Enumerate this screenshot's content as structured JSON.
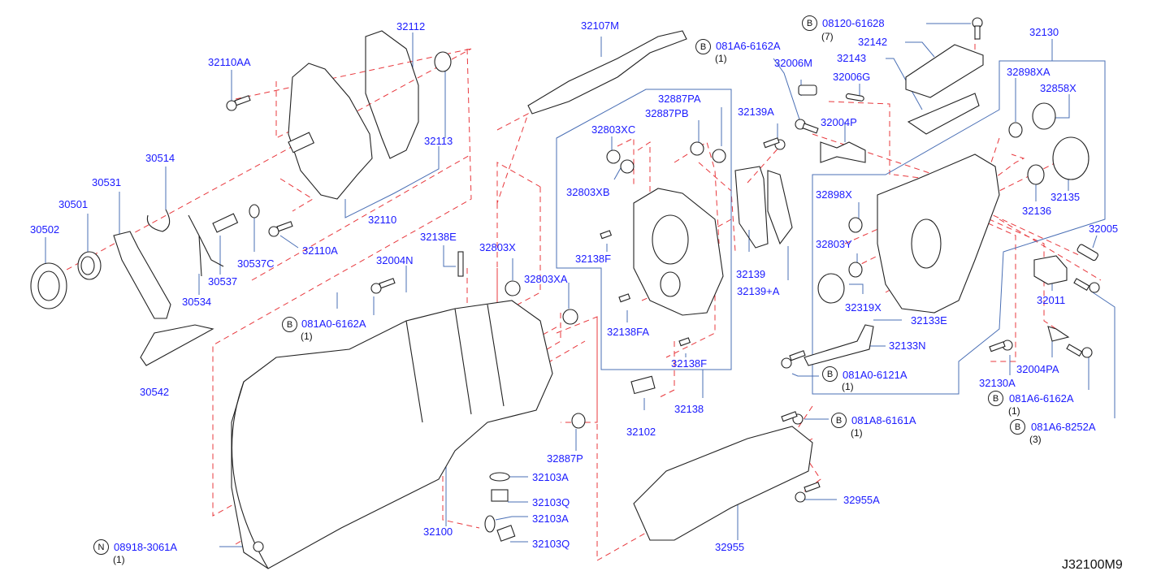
{
  "diagram": {
    "code": "J32100M9",
    "colors": {
      "label": "#1a1aff",
      "leader": "#4a6fb5",
      "centerline": "#e8383d",
      "drawing": "#222222"
    },
    "parts": [
      {
        "id": "30502",
        "label": "30502"
      },
      {
        "id": "30501",
        "label": "30501"
      },
      {
        "id": "30531",
        "label": "30531"
      },
      {
        "id": "30514",
        "label": "30514"
      },
      {
        "id": "30534",
        "label": "30534"
      },
      {
        "id": "30537",
        "label": "30537"
      },
      {
        "id": "30537C",
        "label": "30537C"
      },
      {
        "id": "30542",
        "label": "30542"
      },
      {
        "id": "32110AA",
        "label": "32110AA"
      },
      {
        "id": "32110A",
        "label": "32110A"
      },
      {
        "id": "32110",
        "label": "32110"
      },
      {
        "id": "32112",
        "label": "32112"
      },
      {
        "id": "32113",
        "label": "32113"
      },
      {
        "id": "32107M",
        "label": "32107M"
      },
      {
        "id": "32138E",
        "label": "32138E"
      },
      {
        "id": "32004N",
        "label": "32004N"
      },
      {
        "id": "32803X",
        "label": "32803X"
      },
      {
        "id": "32803XA",
        "label": "32803XA"
      },
      {
        "id": "32803XC",
        "label": "32803XC"
      },
      {
        "id": "32803XB",
        "label": "32803XB"
      },
      {
        "id": "32887PA",
        "label": "32887PA"
      },
      {
        "id": "32887PB",
        "label": "32887PB"
      },
      {
        "id": "32138F_top",
        "label": "32138F"
      },
      {
        "id": "32138FA",
        "label": "32138FA"
      },
      {
        "id": "32138F_bot",
        "label": "32138F"
      },
      {
        "id": "32138",
        "label": "32138"
      },
      {
        "id": "32102",
        "label": "32102"
      },
      {
        "id": "32887P",
        "label": "32887P"
      },
      {
        "id": "32100",
        "label": "32100"
      },
      {
        "id": "32103A_1",
        "label": "32103A"
      },
      {
        "id": "32103Q_1",
        "label": "32103Q"
      },
      {
        "id": "32103A_2",
        "label": "32103A"
      },
      {
        "id": "32103Q_2",
        "label": "32103Q"
      },
      {
        "id": "32955",
        "label": "32955"
      },
      {
        "id": "32955A",
        "label": "32955A"
      },
      {
        "id": "32139A",
        "label": "32139A"
      },
      {
        "id": "32139",
        "label": "32139"
      },
      {
        "id": "32139+A",
        "label": "32139+A"
      },
      {
        "id": "32006M",
        "label": "32006M"
      },
      {
        "id": "32006G",
        "label": "32006G"
      },
      {
        "id": "32004P",
        "label": "32004P"
      },
      {
        "id": "32142",
        "label": "32142"
      },
      {
        "id": "32143",
        "label": "32143"
      },
      {
        "id": "32130",
        "label": "32130"
      },
      {
        "id": "32898XA",
        "label": "32898XA"
      },
      {
        "id": "32858X",
        "label": "32858X"
      },
      {
        "id": "32135",
        "label": "32135"
      },
      {
        "id": "32136",
        "label": "32136"
      },
      {
        "id": "32898X",
        "label": "32898X"
      },
      {
        "id": "32803Y",
        "label": "32803Y"
      },
      {
        "id": "32319X",
        "label": "32319X"
      },
      {
        "id": "32133E",
        "label": "32133E"
      },
      {
        "id": "32133N",
        "label": "32133N"
      },
      {
        "id": "32005",
        "label": "32005"
      },
      {
        "id": "32011",
        "label": "32011"
      },
      {
        "id": "32004PA",
        "label": "32004PA"
      },
      {
        "id": "32130A",
        "label": "32130A"
      }
    ],
    "fasteners": [
      {
        "id": "b1",
        "badge": "B",
        "label": "081A0-6162A",
        "qty": "(1)"
      },
      {
        "id": "b2",
        "badge": "B",
        "label": "081A6-6162A",
        "qty": "(1)"
      },
      {
        "id": "b3",
        "badge": "B",
        "label": "08120-61628",
        "qty": "(7)"
      },
      {
        "id": "b4",
        "badge": "B",
        "label": "081A0-6121A",
        "qty": "(1)"
      },
      {
        "id": "b5",
        "badge": "B",
        "label": "081A8-6161A",
        "qty": "(1)"
      },
      {
        "id": "b6",
        "badge": "B",
        "label": "081A6-6162A",
        "qty": "(1)"
      },
      {
        "id": "b7",
        "badge": "B",
        "label": "081A6-8252A",
        "qty": "(3)"
      },
      {
        "id": "n1",
        "badge": "N",
        "label": "08918-3061A",
        "qty": "(1)"
      }
    ]
  }
}
